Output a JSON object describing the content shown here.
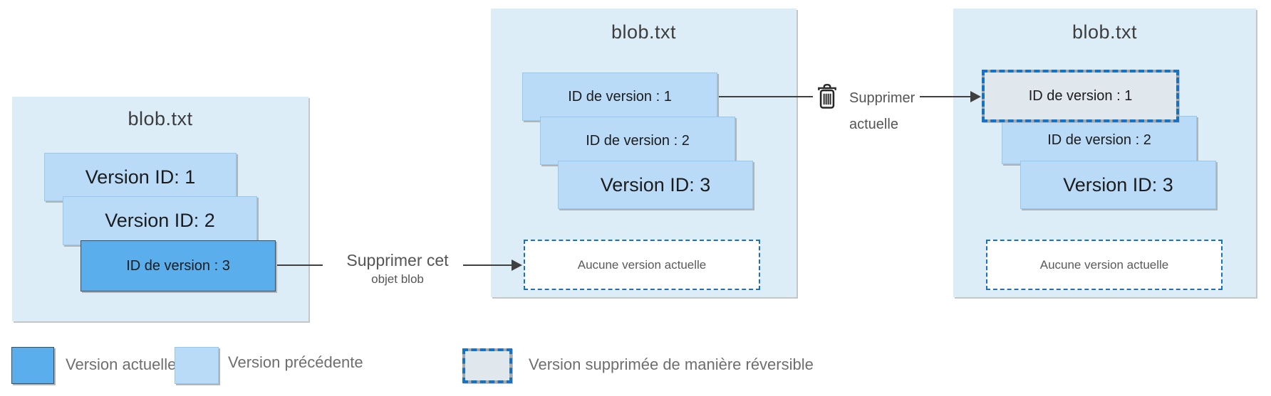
{
  "diagram": {
    "panels": [
      {
        "title": "blob.txt",
        "cards": [
          {
            "label": "Version ID: 1",
            "state": "previous"
          },
          {
            "label": "Version ID: 2",
            "state": "previous"
          },
          {
            "label": "ID de version : 3",
            "state": "current"
          }
        ]
      },
      {
        "title": "blob.txt",
        "cards": [
          {
            "label": "ID de version : 1",
            "state": "previous"
          },
          {
            "label": "ID de version : 2",
            "state": "previous"
          },
          {
            "label": "Version ID: 3",
            "state": "previous"
          }
        ],
        "placeholder": "Aucune version actuelle"
      },
      {
        "title": "blob.txt",
        "cards": [
          {
            "label": "ID de version : 1",
            "state": "soft-deleted"
          },
          {
            "label": "ID de version : 2",
            "state": "previous"
          },
          {
            "label": "Version ID: 3",
            "state": "previous"
          }
        ],
        "placeholder": "Aucune version actuelle"
      }
    ],
    "arrows": [
      {
        "line1": "Supprimer cet",
        "line2": "objet blob"
      },
      {
        "line1": "Supprimer",
        "line2": "actuelle",
        "icon": "trash-icon"
      }
    ],
    "legend": [
      {
        "label": "Version actuelle",
        "swatch": "current"
      },
      {
        "label": "Version précédente",
        "swatch": "previous"
      },
      {
        "label": "Version supprimée de manière réversible",
        "swatch": "soft-deleted"
      }
    ],
    "colors": {
      "panel_bg": "#dcedf8",
      "previous_version": "#b9dbf7",
      "current_version": "#59aeeb",
      "soft_deleted_version": "#e0e7ed",
      "dashed_border_blue": "#1572c4",
      "arrow_line": "#404040"
    }
  }
}
